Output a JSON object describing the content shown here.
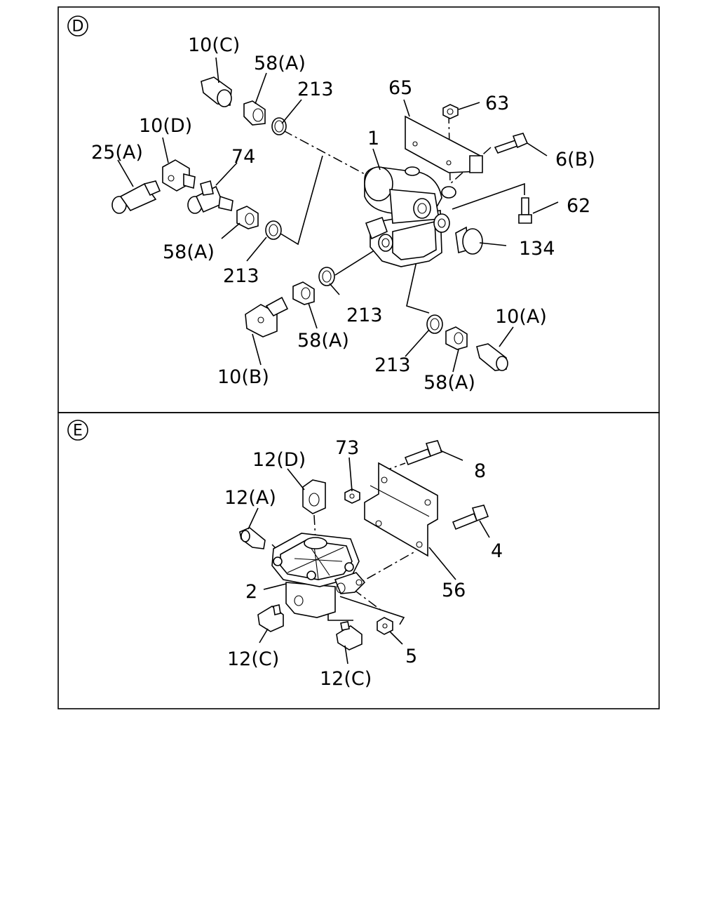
{
  "colors": {
    "ink": "#000000",
    "paper": "#ffffff"
  },
  "panel_d": {
    "badge": "D",
    "labels": {
      "l10c": "10(C)",
      "l58a_top": "58(A)",
      "l213_top": "213",
      "l65": "65",
      "l63": "63",
      "l10d": "10(D)",
      "l25a": "25(A)",
      "l74": "74",
      "l1": "1",
      "l6b": "6(B)",
      "l62": "62",
      "l58a_left": "58(A)",
      "l134": "134",
      "l213_left": "213",
      "l213_mid": "213",
      "l58a_mid": "58(A)",
      "l10a": "10(A)",
      "l10b": "10(B)",
      "l213_bot": "213",
      "l58a_bot": "58(A)"
    }
  },
  "panel_e": {
    "badge": "E",
    "labels": {
      "l73": "73",
      "l12d": "12(D)",
      "l8": "8",
      "l12a": "12(A)",
      "l4": "4",
      "l2": "2",
      "l56": "56",
      "l12c_left": "12(C)",
      "l5": "5",
      "l12c_right": "12(C)"
    }
  }
}
